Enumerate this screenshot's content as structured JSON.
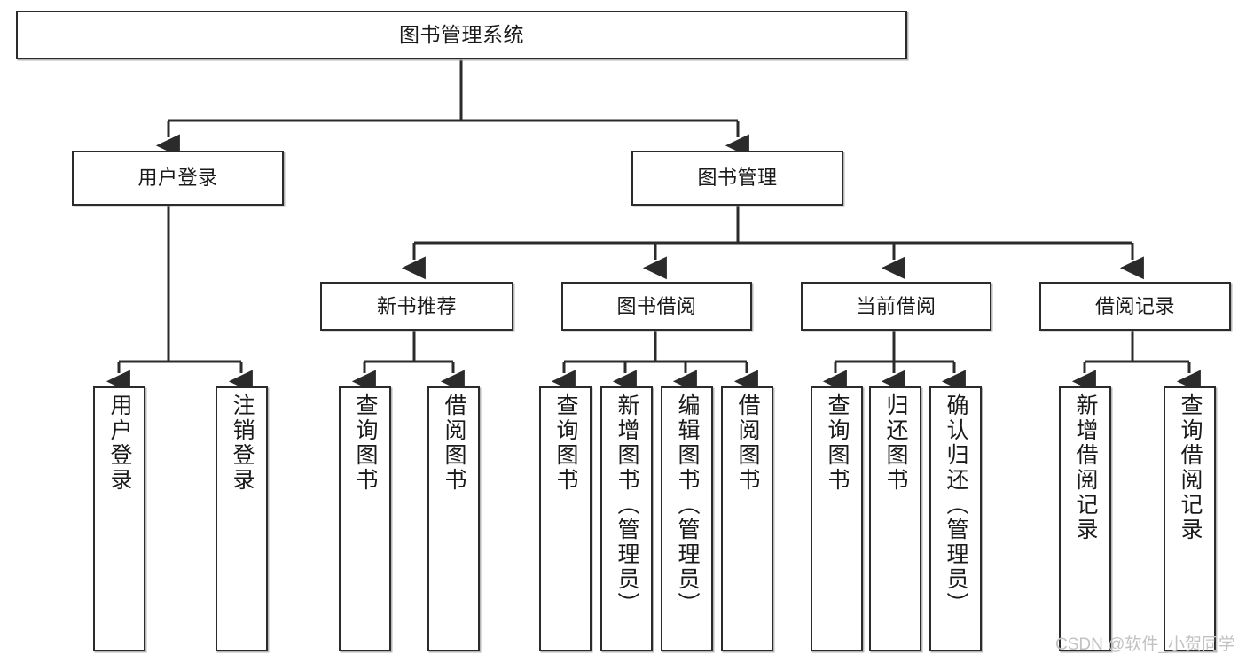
{
  "diagram": {
    "type": "tree-hierarchy",
    "title": "图书管理系统",
    "root": {
      "label": "图书管理系统"
    },
    "level2": [
      {
        "label": "用户登录"
      },
      {
        "label": "图书管理"
      }
    ],
    "level3": [
      {
        "label": "新书推荐"
      },
      {
        "label": "图书借阅"
      },
      {
        "label": "当前借阅"
      },
      {
        "label": "借阅记录"
      }
    ],
    "leaves": [
      {
        "label": "用户登录"
      },
      {
        "label": "注销登录"
      },
      {
        "label": "查询图书"
      },
      {
        "label": "借阅图书"
      },
      {
        "label": "查询图书"
      },
      {
        "label": "新增图书（管理员）"
      },
      {
        "label": "编辑图书（管理员）"
      },
      {
        "label": "借阅图书"
      },
      {
        "label": "查询图书"
      },
      {
        "label": "归还图书"
      },
      {
        "label": "确认归还（管理员）"
      },
      {
        "label": "新增借阅记录"
      },
      {
        "label": "查询借阅记录"
      }
    ]
  },
  "watermark": {
    "text": "CSDN @软件_小贺同学"
  },
  "colors": {
    "box_border": "#2b2b2b",
    "box_fill": "#ffffff",
    "connector": "#2b2b2b",
    "text": "#1a1a1a",
    "watermark": "#c2c2c2"
  }
}
